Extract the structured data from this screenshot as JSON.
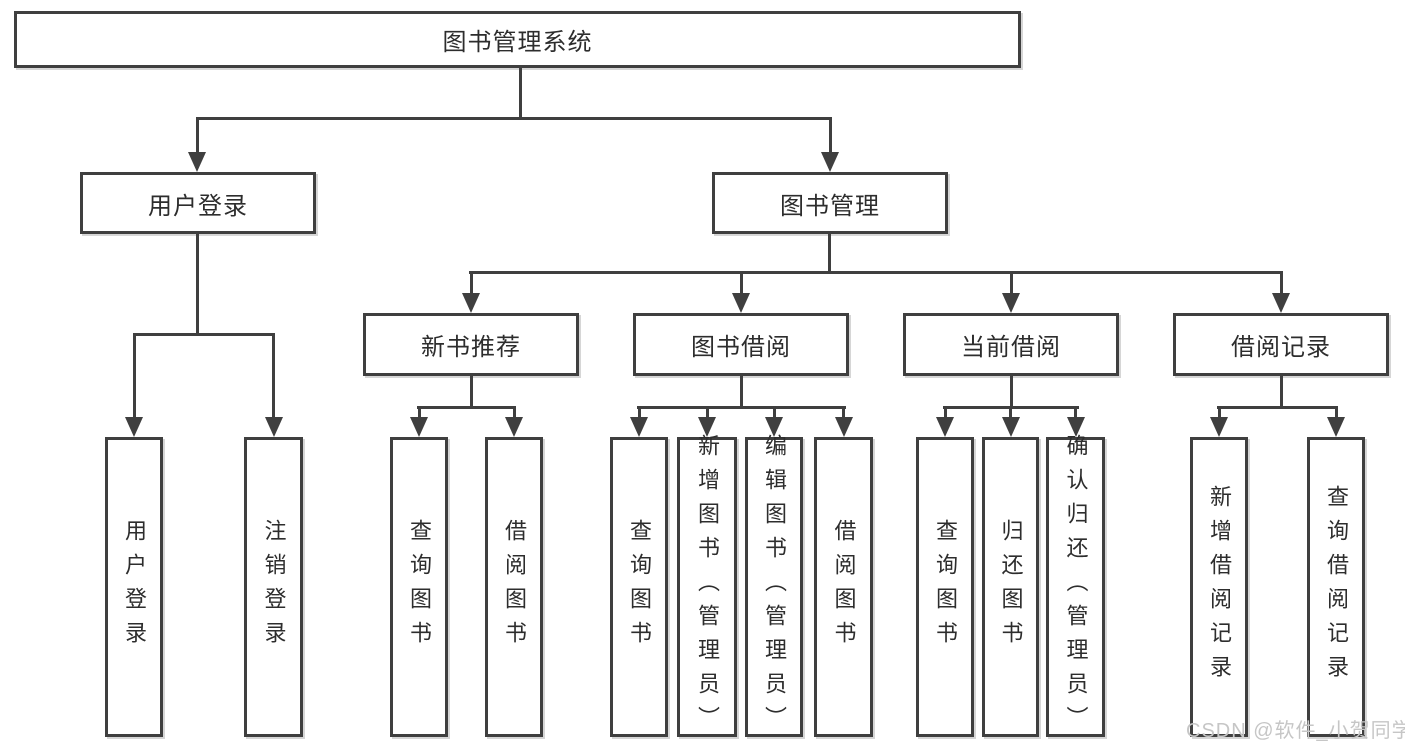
{
  "diagram": {
    "root": {
      "label": "图书管理系统"
    },
    "branches": [
      {
        "label": "用户登录",
        "children": [
          {
            "label": "用户登录"
          },
          {
            "label": "注销登录"
          }
        ]
      },
      {
        "label": "图书管理",
        "children": [
          {
            "label": "新书推荐",
            "children": [
              {
                "label": "查询图书"
              },
              {
                "label": "借阅图书"
              }
            ]
          },
          {
            "label": "图书借阅",
            "children": [
              {
                "label": "查询图书"
              },
              {
                "label": "新增图书（管理员）"
              },
              {
                "label": "编辑图书（管理员）"
              },
              {
                "label": "借阅图书"
              }
            ]
          },
          {
            "label": "当前借阅",
            "children": [
              {
                "label": "查询图书"
              },
              {
                "label": "归还图书"
              },
              {
                "label": "确认归还（管理员）"
              }
            ]
          },
          {
            "label": "借阅记录",
            "children": [
              {
                "label": "新增借阅记录"
              },
              {
                "label": "查询借阅记录"
              }
            ]
          }
        ]
      }
    ]
  },
  "watermark": {
    "text": "CSDN @软件_小贺同学"
  },
  "colors": {
    "line": "#3f3f3f",
    "text": "#2d2d2d",
    "background": "#ffffff",
    "watermark": "#c6c6c6"
  }
}
